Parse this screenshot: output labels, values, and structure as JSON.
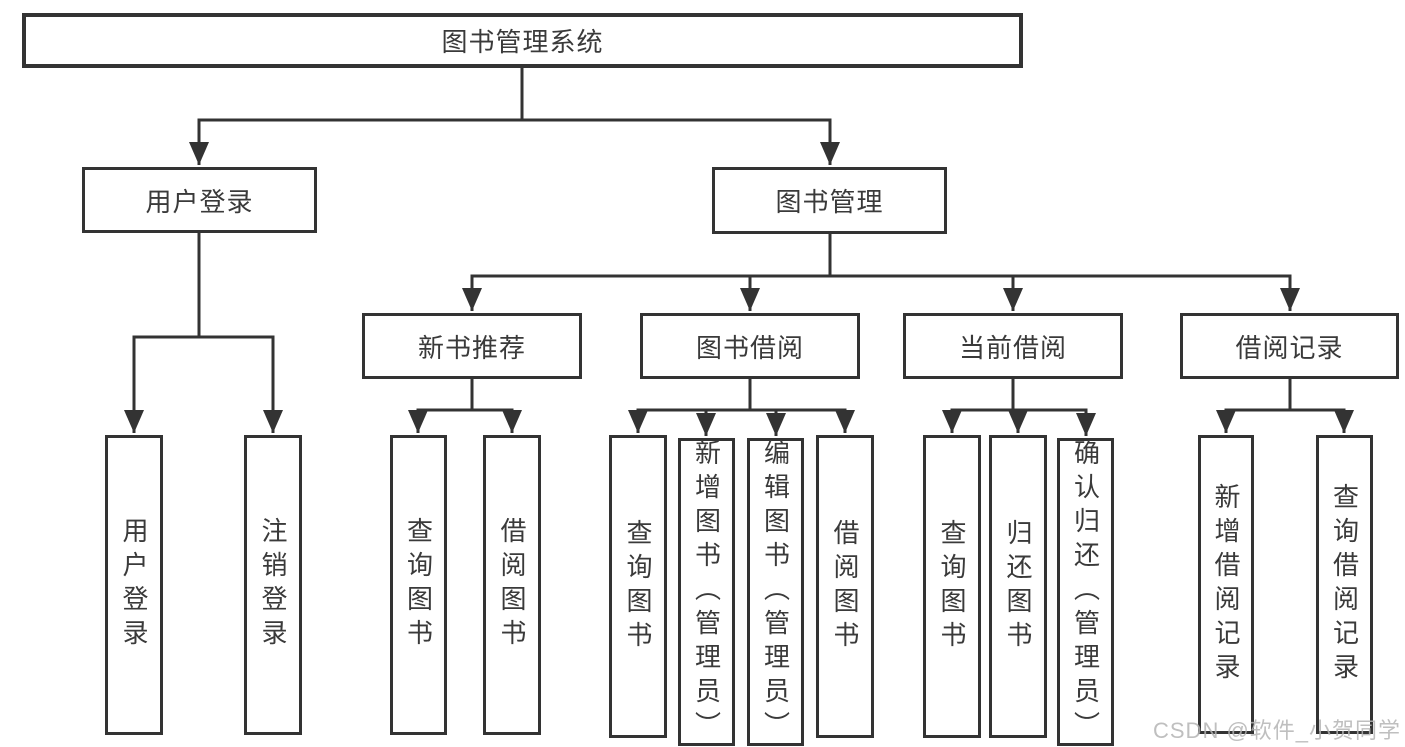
{
  "diagram": {
    "root": {
      "label": "图书管理系统"
    },
    "level2": [
      {
        "label": "用户登录"
      },
      {
        "label": "图书管理"
      }
    ],
    "level3": [
      {
        "label": "新书推荐",
        "parent": "图书管理"
      },
      {
        "label": "图书借阅",
        "parent": "图书管理"
      },
      {
        "label": "当前借阅",
        "parent": "图书管理"
      },
      {
        "label": "借阅记录",
        "parent": "图书管理"
      }
    ],
    "leaves": [
      {
        "label": "用户登录",
        "parent": "用户登录"
      },
      {
        "label": "注销登录",
        "parent": "用户登录"
      },
      {
        "label": "查询图书",
        "parent": "新书推荐"
      },
      {
        "label": "借阅图书",
        "parent": "新书推荐"
      },
      {
        "label": "查询图书",
        "parent": "图书借阅"
      },
      {
        "label": "新增图书（管理员）",
        "parent": "图书借阅"
      },
      {
        "label": "编辑图书（管理员）",
        "parent": "图书借阅"
      },
      {
        "label": "借阅图书",
        "parent": "图书借阅"
      },
      {
        "label": "查询图书",
        "parent": "当前借阅"
      },
      {
        "label": "归还图书",
        "parent": "当前借阅"
      },
      {
        "label": "确认归还（管理员）",
        "parent": "当前借阅"
      },
      {
        "label": "新增借阅记录",
        "parent": "借阅记录"
      },
      {
        "label": "查询借阅记录",
        "parent": "借阅记录"
      }
    ]
  },
  "watermark": {
    "text": "CSDN @软件_小贺同学"
  },
  "colors": {
    "line": "#333333",
    "text": "#3a3a3a",
    "box_background": "#ffffff",
    "page_background": "#ffffff",
    "watermark": "#b4b4b4"
  }
}
